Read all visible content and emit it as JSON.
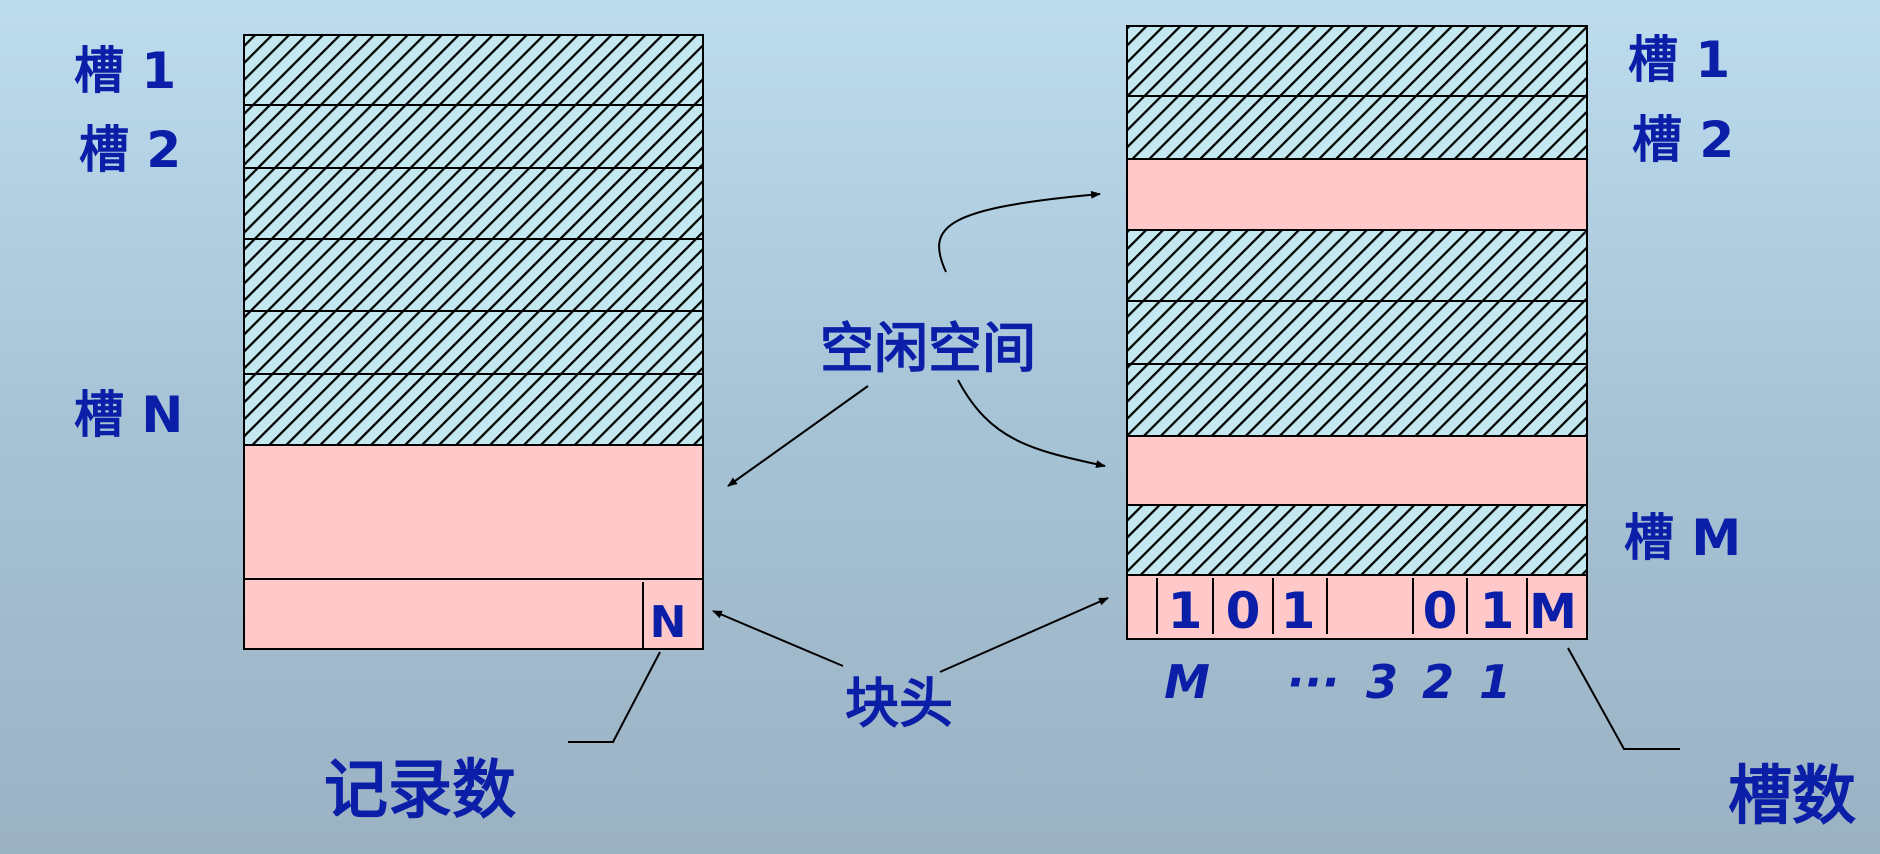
{
  "left_block": {
    "slot1_label": "槽 1",
    "slot2_label": "槽 2",
    "slotN_label": "槽 N",
    "header_value": "N",
    "record_count_label": "记录数"
  },
  "right_block": {
    "slot1_label": "槽 1",
    "slot2_label": "槽 2",
    "slotM_label": "槽 M",
    "bitmap": [
      "1",
      "0",
      "1",
      "0",
      "1",
      "M"
    ],
    "axis_m": "M",
    "axis_ellipsis": "···",
    "axis_3": "3",
    "axis_2": "2",
    "axis_1": "1",
    "slot_count_label": "槽数"
  },
  "center": {
    "free_space_label": "空闲空间",
    "block_header_label": "块头"
  },
  "colors": {
    "text": "#0b1ea8",
    "free_fill": "#ffc9c9",
    "hatch_bg": "#c4e8ef",
    "hatch_line": "#000000"
  }
}
